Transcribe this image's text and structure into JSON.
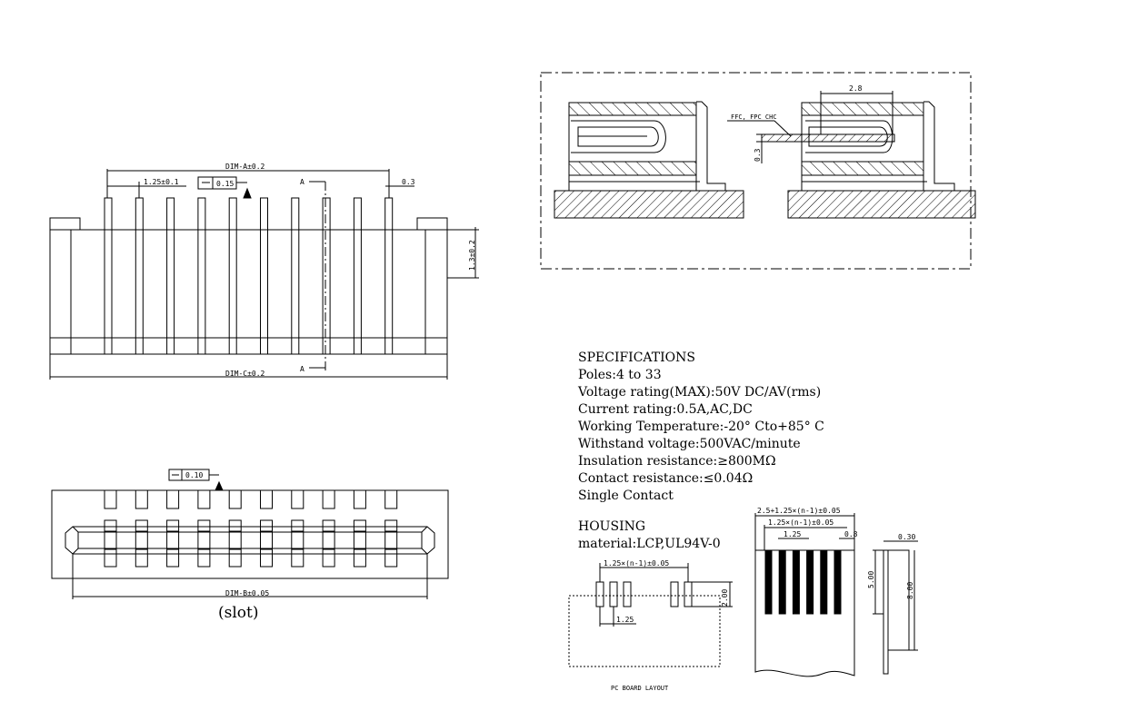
{
  "top_view": {
    "dim_a": "DIM-A±0.2",
    "pitch": "1.25±0.1",
    "flatness": "0.15",
    "pin_width": "0.3",
    "height": "1.3±0.2",
    "dim_c": "DIM-C±0.2",
    "section_top": "A",
    "section_bottom": "A",
    "pins": 10
  },
  "slot_view": {
    "flatness": "0.10",
    "dim_b": "DIM-B±0.05",
    "caption": "(slot)",
    "pins": 10
  },
  "section_view": {
    "width": "2.8",
    "ffc_label": "FFC, FPC CHC",
    "thickness": "0.3"
  },
  "specifications": {
    "lines": [
      "SPECIFICATIONS",
      "Poles:4 to 33",
      "Voltage rating(MAX):50V DC/AV(rms)",
      "Current rating:0.5A,AC,DC",
      "Working Temperature:-20° Cto+85° C",
      "Withstand voltage:500VAC/minute",
      "Insulation resistance:≥800MΩ",
      "Contact resistance:≤0.04Ω",
      "Single Contact"
    ],
    "housing_title": "HOUSING",
    "housing_material": "material:LCP,UL94V-0"
  },
  "pcb_layout": {
    "pitch_total": "1.25×(n-1)±0.05",
    "pitch": "1.25",
    "height": "2.00",
    "caption": "PC BOARD LAYOUT"
  },
  "ffc": {
    "total_width": "2.5+1.25×(n-1)±0.05",
    "pitch_total": "1.25×(n-1)±0.05",
    "pitch": "1.25",
    "conductor": "0.8",
    "thickness": "0.30",
    "contact_length": "5.00",
    "stiffener_length": "8.00"
  }
}
